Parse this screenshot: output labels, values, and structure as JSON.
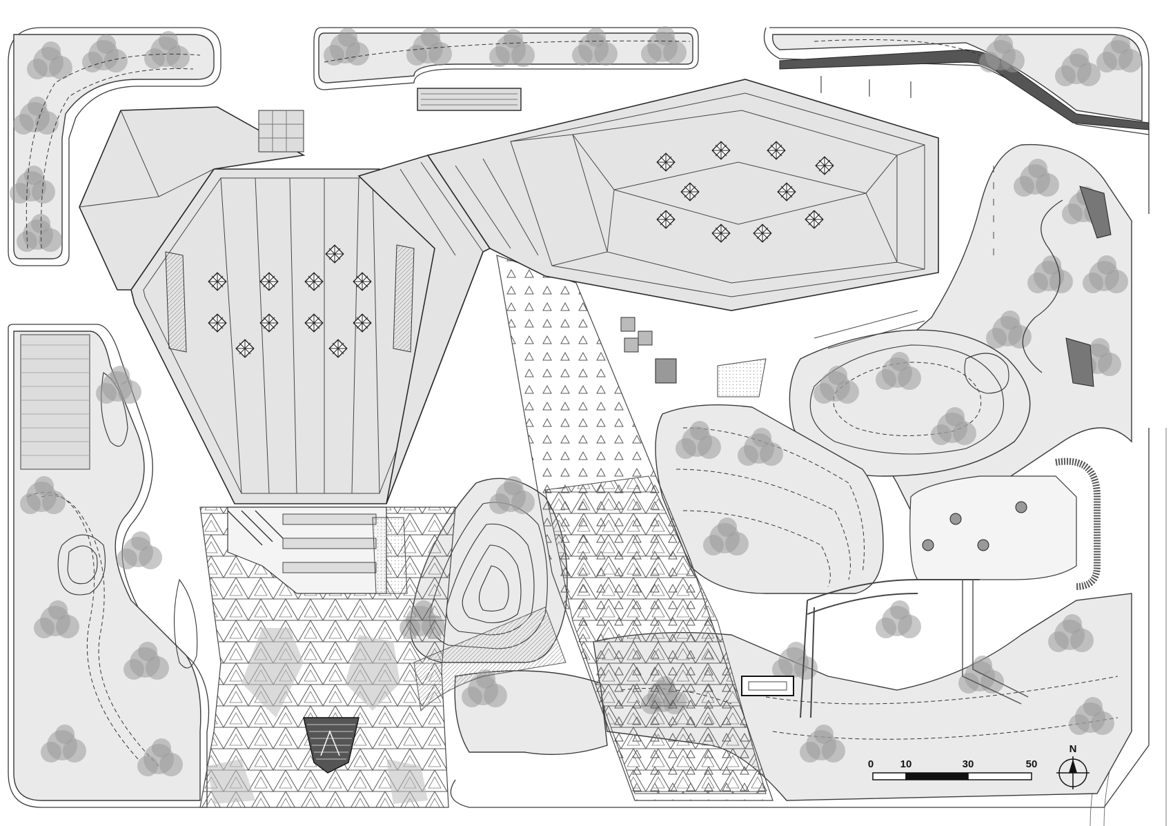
{
  "scale_bar": {
    "labels": [
      "0",
      "10",
      "30",
      "50"
    ],
    "segment_fills": [
      "#ffffff",
      "#111111",
      "#ffffff"
    ]
  },
  "north_arrow": {
    "label": "N"
  },
  "colors": {
    "linework": "#3a3a3a",
    "roof_fill": "#e4e4e4",
    "vegetation": "#9a9a9a",
    "paving": "#f4f4f4"
  }
}
